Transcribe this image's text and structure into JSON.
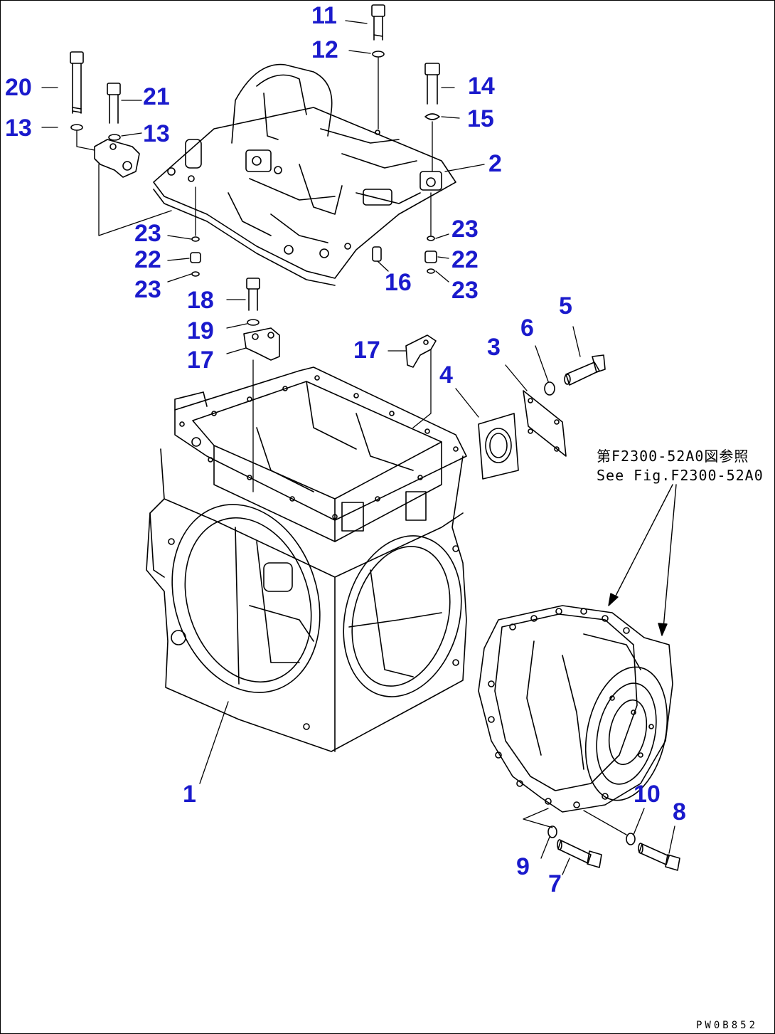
{
  "colors": {
    "callout": "#1a1acc",
    "line": "#000000",
    "background": "#ffffff"
  },
  "callouts": [
    {
      "id": "c11",
      "text": "11"
    },
    {
      "id": "c12",
      "text": "12"
    },
    {
      "id": "c14",
      "text": "14"
    },
    {
      "id": "c15",
      "text": "15"
    },
    {
      "id": "c2",
      "text": "2"
    },
    {
      "id": "c20",
      "text": "20"
    },
    {
      "id": "c21",
      "text": "21"
    },
    {
      "id": "c13a",
      "text": "13"
    },
    {
      "id": "c13b",
      "text": "13"
    },
    {
      "id": "c23a",
      "text": "23"
    },
    {
      "id": "c22a",
      "text": "22"
    },
    {
      "id": "c23b",
      "text": "23"
    },
    {
      "id": "c23c",
      "text": "23"
    },
    {
      "id": "c22b",
      "text": "22"
    },
    {
      "id": "c23d",
      "text": "23"
    },
    {
      "id": "c16",
      "text": "16"
    },
    {
      "id": "c18",
      "text": "18"
    },
    {
      "id": "c19",
      "text": "19"
    },
    {
      "id": "c17a",
      "text": "17"
    },
    {
      "id": "c17b",
      "text": "17"
    },
    {
      "id": "c5",
      "text": "5"
    },
    {
      "id": "c6",
      "text": "6"
    },
    {
      "id": "c3",
      "text": "3"
    },
    {
      "id": "c4",
      "text": "4"
    },
    {
      "id": "c1",
      "text": "1"
    },
    {
      "id": "c10",
      "text": "10"
    },
    {
      "id": "c8",
      "text": "8"
    },
    {
      "id": "c9",
      "text": "9"
    },
    {
      "id": "c7",
      "text": "7"
    }
  ],
  "reference": {
    "line1": "第F2300-52A0図参照",
    "line2": "See Fig.F2300-52A0"
  },
  "drawing_code": "PW0B852"
}
